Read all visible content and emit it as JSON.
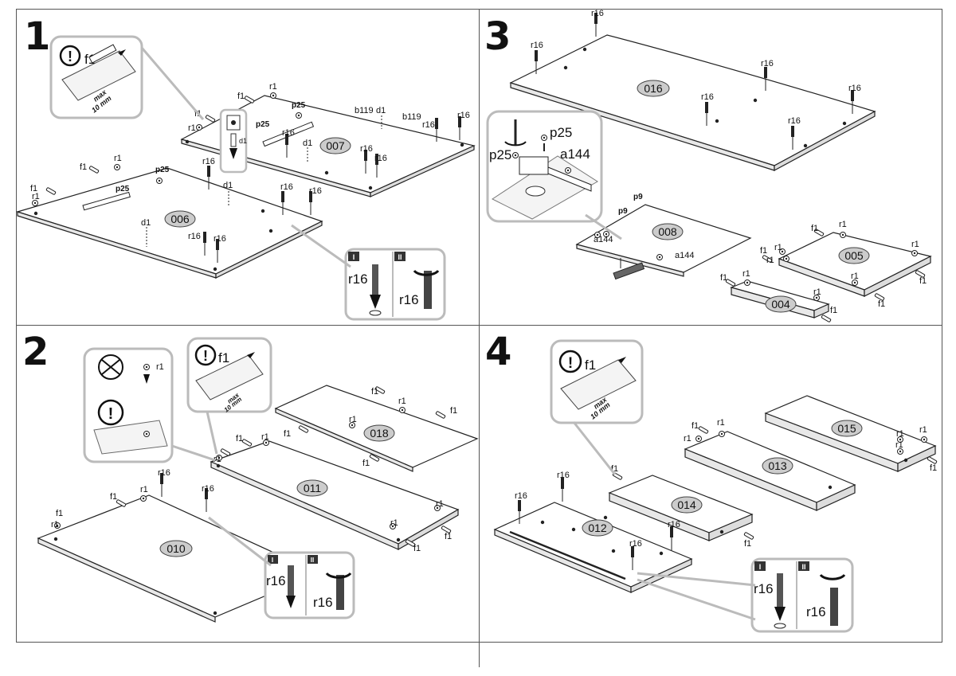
{
  "steps": [
    {
      "num": "1"
    },
    {
      "num": "2"
    },
    {
      "num": "3"
    },
    {
      "num": "4"
    }
  ],
  "panels": {
    "p006": "006",
    "p007": "007",
    "p008": "008",
    "p004": "004",
    "p005": "005",
    "p016": "016",
    "p010": "010",
    "p011": "011",
    "p018": "018",
    "p012": "012",
    "p013": "013",
    "p014": "014",
    "p015": "015"
  },
  "parts": {
    "f1": "f1",
    "r1": "r1",
    "r16": "r16",
    "d1": "d1",
    "p25": "p25",
    "b119": "b119",
    "p9": "p9",
    "a144": "a144"
  },
  "notes": {
    "max": "max",
    "mm": "10 mm",
    "exclaim": "!",
    "stage_I": "I",
    "stage_II": "II"
  }
}
